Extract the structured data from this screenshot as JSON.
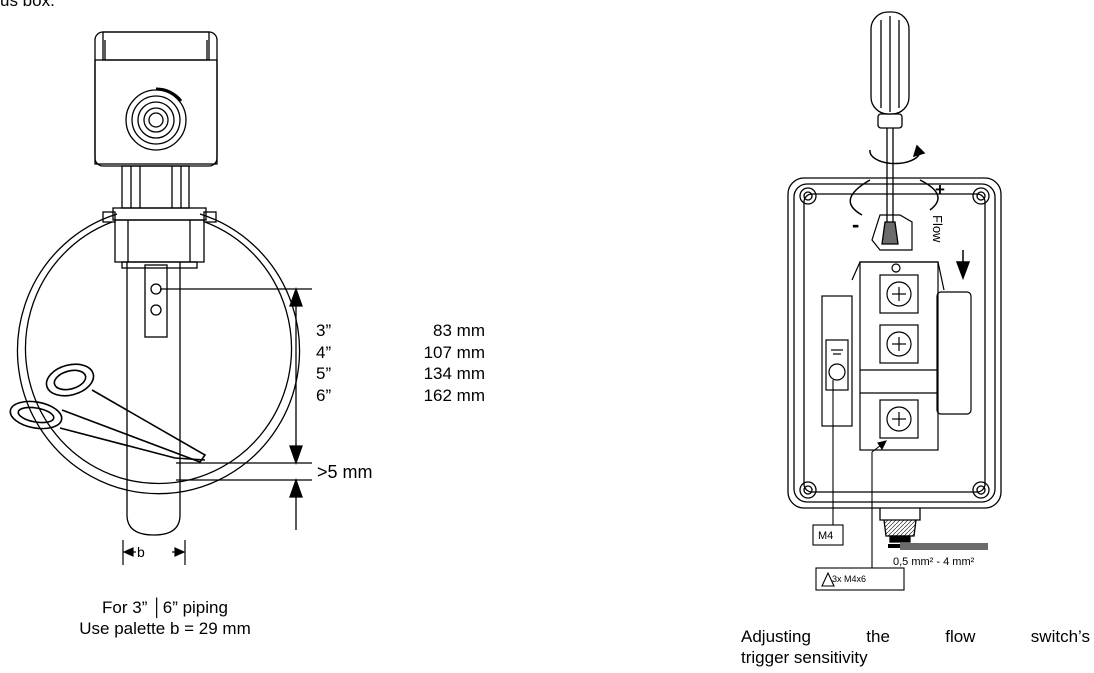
{
  "page": {
    "top_fragment": "us  box."
  },
  "left_figure": {
    "pipe_sizes": [
      {
        "size": "3”",
        "length": "83 mm"
      },
      {
        "size": "4”",
        "length": "107 mm"
      },
      {
        "size": "5”",
        "length": "134 mm"
      },
      {
        "size": "6”",
        "length": "162 mm"
      }
    ],
    "gap_label": ">5 mm",
    "b_label": "b",
    "caption_line1": "For 3”  │6” piping",
    "caption_line2": "Use palette b = 29 mm"
  },
  "right_figure": {
    "flow_label": "Flow",
    "minus_label": "-",
    "plus_label": "+",
    "m4_label": "M4",
    "warning_label": "3x M4x6",
    "wire_label": "0,5 mm² - 4 mm²",
    "caption_line1": "Adjusting   the   flow   switch’s",
    "caption_line2": "trigger sensitivity"
  },
  "colors": {
    "line": "#000000",
    "light_gray": "#d9d9d9",
    "dark_gray": "#6b6b6b",
    "background": "#ffffff"
  }
}
